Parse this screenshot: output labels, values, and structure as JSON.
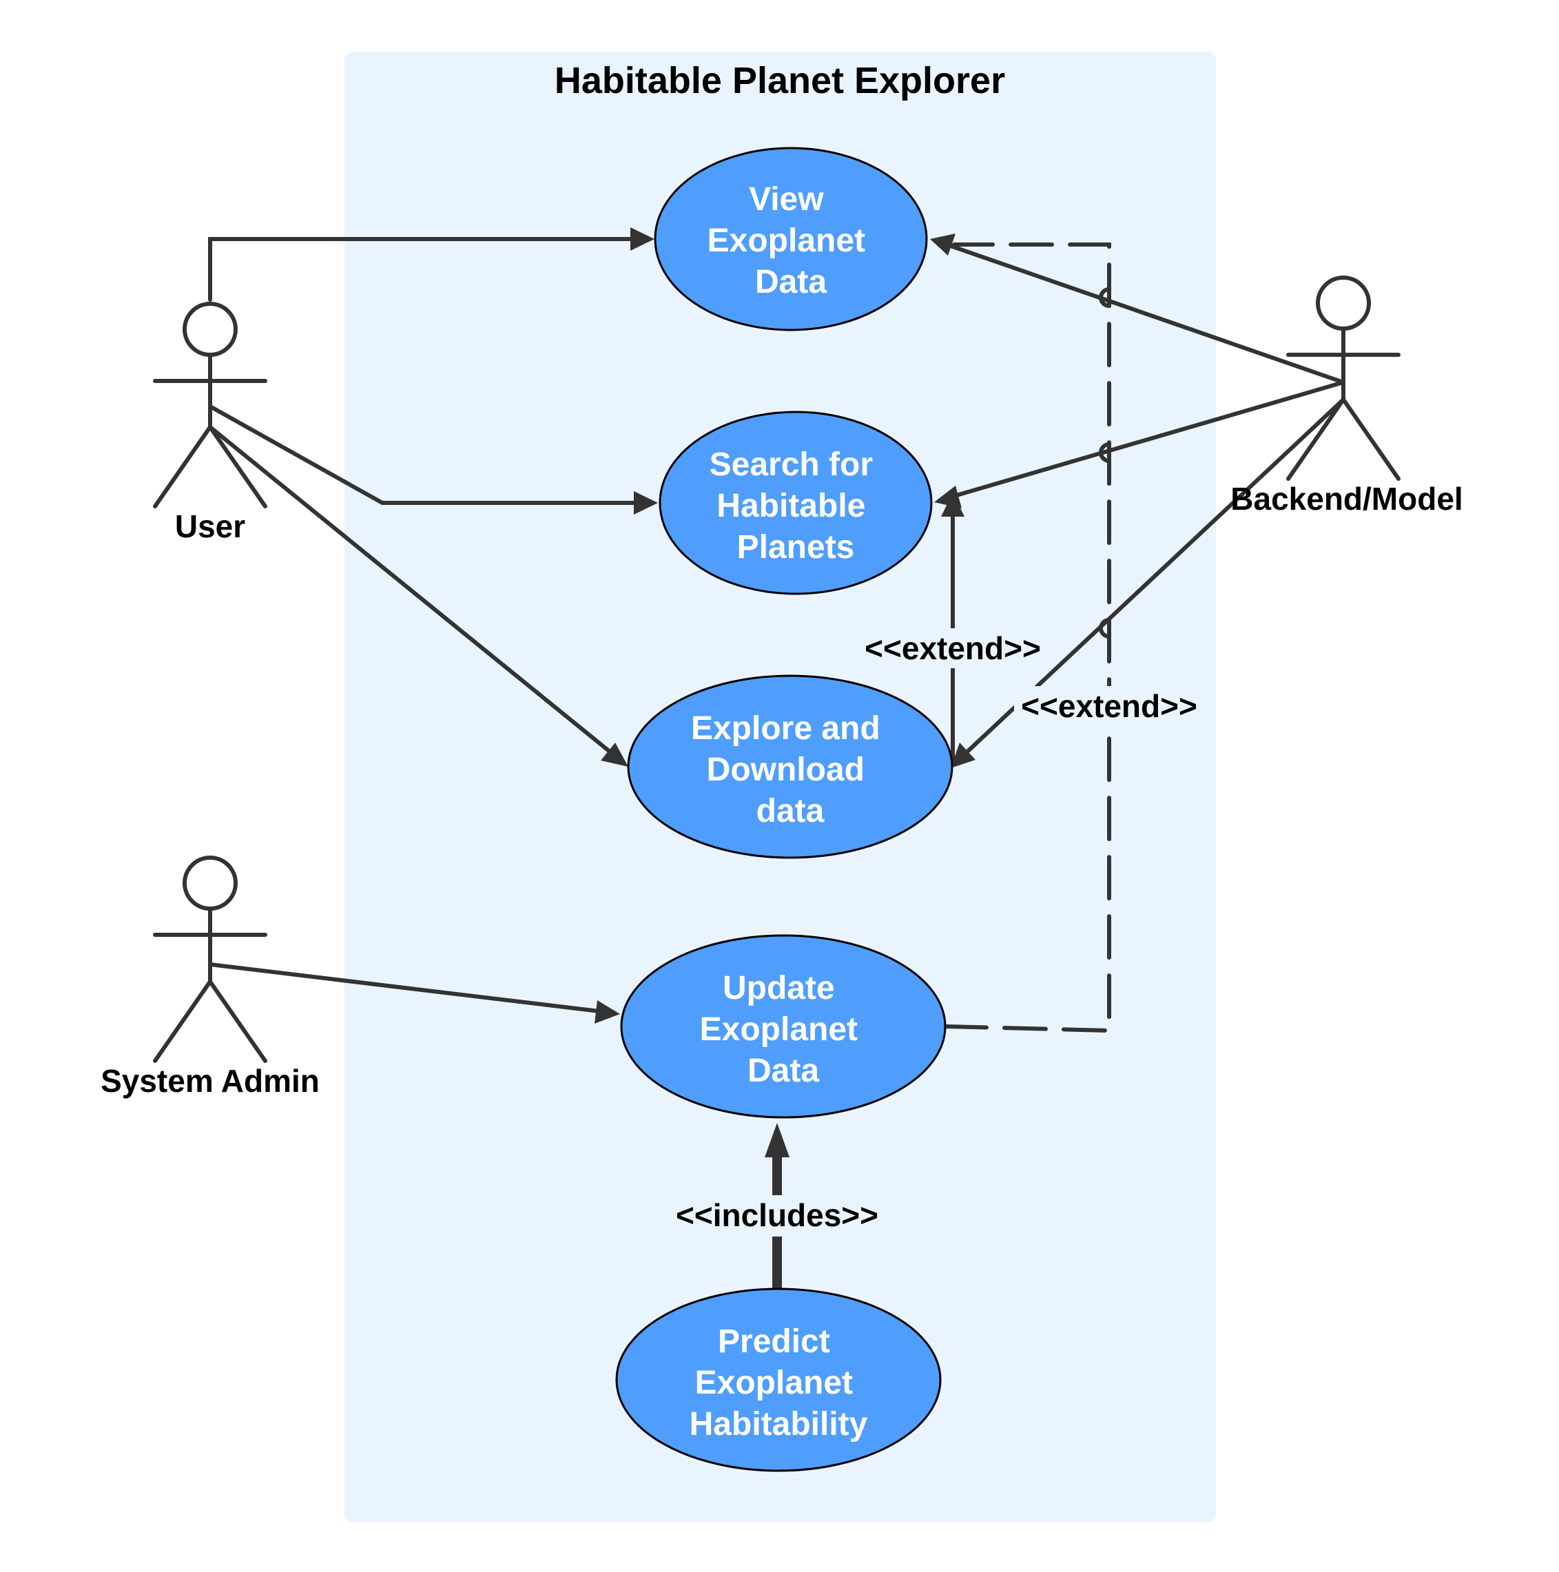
{
  "system": {
    "title": "Habitable Planet Explorer"
  },
  "actors": {
    "user": "User",
    "backend": "Backend/Model",
    "admin": "System Admin"
  },
  "use_cases": {
    "view": [
      "View",
      "Exoplanet",
      "Data"
    ],
    "search": [
      "Search for",
      "Habitable",
      "Planets"
    ],
    "explore": [
      "Explore and",
      "Download",
      "data"
    ],
    "update": [
      "Update",
      "Exoplanet",
      "Data"
    ],
    "predict": [
      "Predict",
      "Exoplanet",
      "Habitability"
    ]
  },
  "relations": {
    "extend_1": "<<extend>>",
    "extend_2": "<<extend>>",
    "includes": "<<includes>>"
  },
  "colors": {
    "system_bg": "#eaf4fe",
    "use_case_fill": "#4f9efd",
    "line": "#333333"
  }
}
